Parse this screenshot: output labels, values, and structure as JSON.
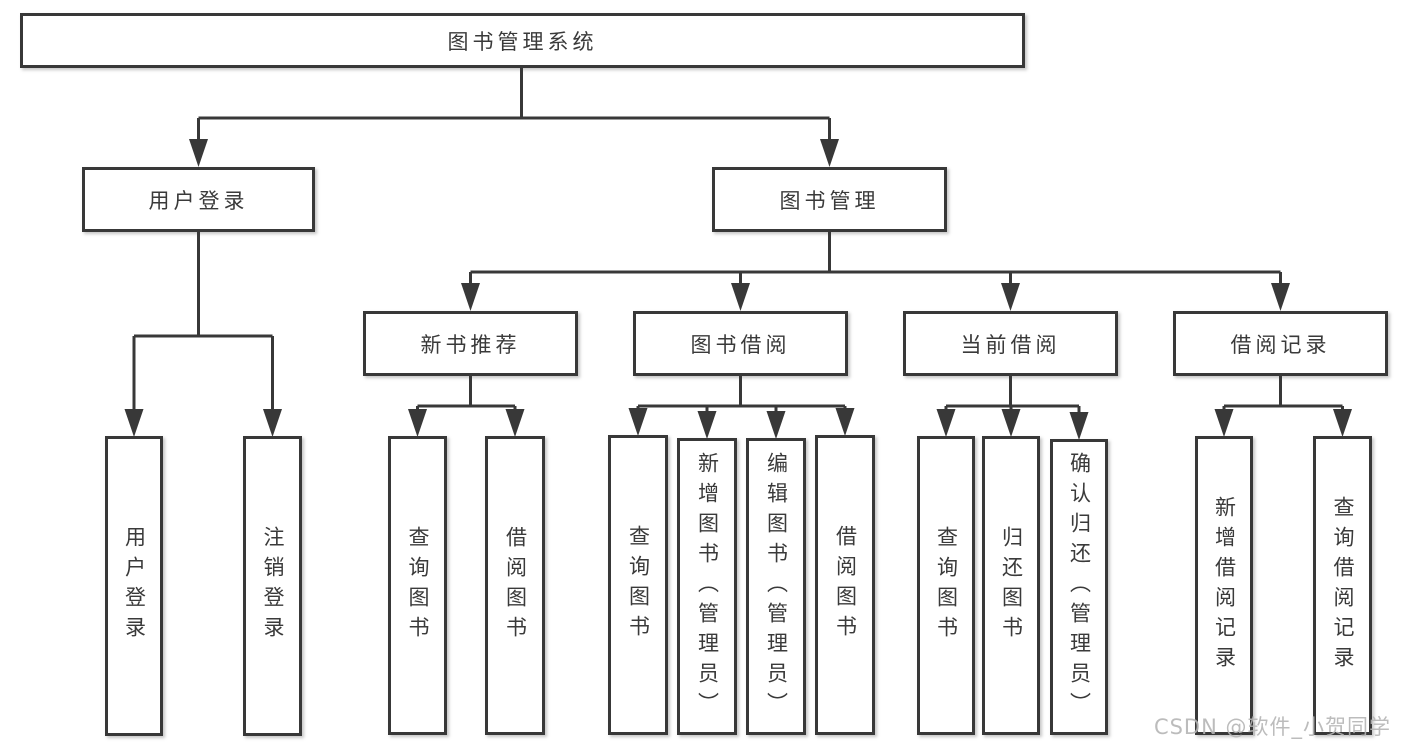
{
  "watermark": "CSDN @软件_小贺同学",
  "colors": {
    "line": "#383838",
    "text": "#3a3a3a",
    "watermark": "#b5b5b5",
    "box_bg": "#ffffff"
  },
  "diagram": {
    "type": "hierarchy-tree",
    "root": {
      "label": "图书管理系统"
    },
    "level2": [
      {
        "label": "用户登录"
      },
      {
        "label": "图书管理"
      }
    ],
    "level3": [
      {
        "label": "新书推荐"
      },
      {
        "label": "图书借阅"
      },
      {
        "label": "当前借阅"
      },
      {
        "label": "借阅记录"
      }
    ],
    "leaves": {
      "user_login": [
        "用户登录",
        "注销登录"
      ],
      "new_book_recommend": [
        "查询图书",
        "借阅图书"
      ],
      "book_borrowing": [
        "查询图书",
        "新增图书（管理员）",
        "编辑图书（管理员）",
        "借阅图书"
      ],
      "current_borrowing": [
        "查询图书",
        "归还图书",
        "确认归还（管理员）"
      ],
      "borrowing_records": [
        "新增借阅记录",
        "查询借阅记录"
      ]
    }
  }
}
